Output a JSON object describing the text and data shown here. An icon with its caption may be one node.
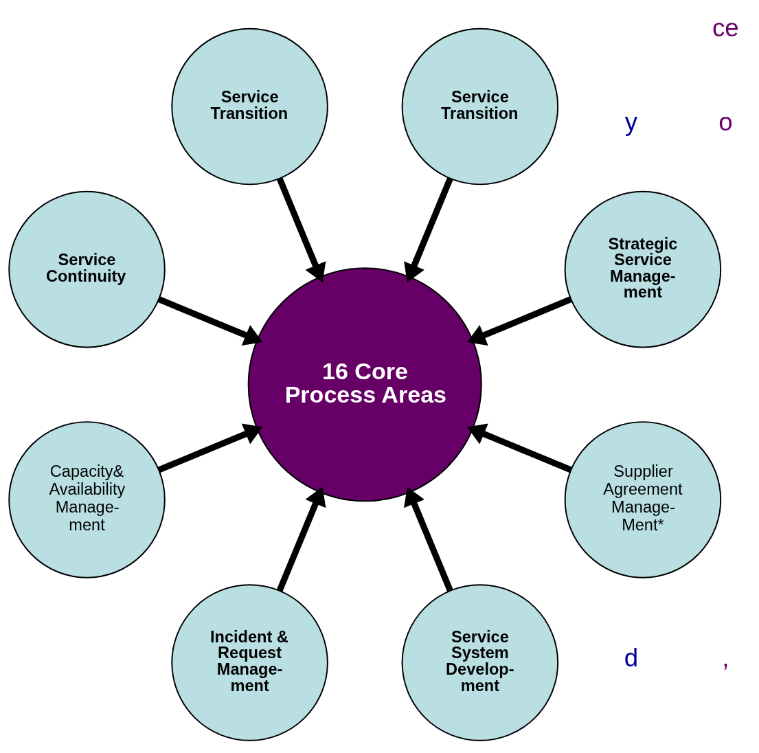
{
  "diagram": {
    "nodes": [
      {
        "text": [
          "16 Core Process Areas"
        ]
      },
      {
        "text": [
          "Strategic Service Manage- ment"
        ]
      },
      {
        "text": [
          "Service Transition"
        ]
      },
      {
        "text": [
          "Service Transition"
        ]
      },
      {
        "text": [
          "Service Continuity"
        ]
      },
      {
        "text": [
          "Capacity& Availability Manage- ment"
        ]
      },
      {
        "text": [
          "Incident & Request Manage- ment"
        ]
      },
      {
        "text": [
          "Service System Develop- ment"
        ]
      },
      {
        "text": [
          "Supplier Agreement Manage- Ment*"
        ]
      }
    ],
    "edges": [
      {
        "from": 1,
        "to": 0,
        "arrow": "to"
      },
      {
        "from": 2,
        "to": 0,
        "arrow": "to"
      },
      {
        "from": 3,
        "to": 0,
        "arrow": "to"
      },
      {
        "from": 4,
        "to": 0,
        "arrow": "to"
      },
      {
        "from": 5,
        "to": 0,
        "arrow": "to"
      },
      {
        "from": 6,
        "to": 0,
        "arrow": "to"
      },
      {
        "from": 7,
        "to": 0,
        "arrow": "to"
      },
      {
        "from": 8,
        "to": 0,
        "arrow": "to"
      }
    ],
    "labels": [
      "y",
      "d",
      ",",
      "o",
      "ce"
    ]
  }
}
